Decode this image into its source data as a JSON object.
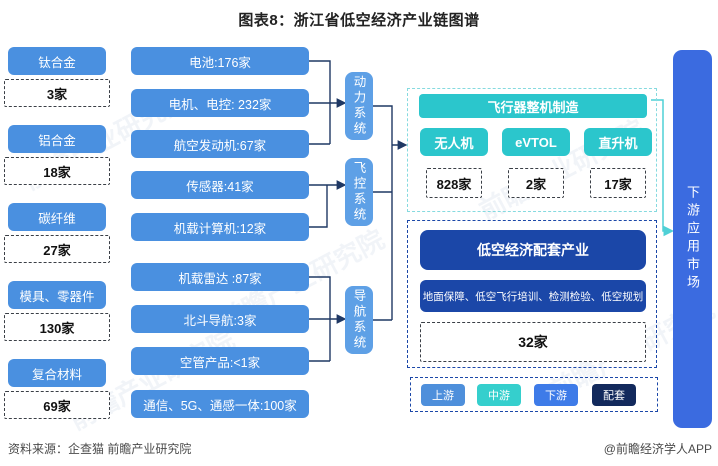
{
  "title": "图表8：浙江省低空经济产业链图谱",
  "colors": {
    "upstream_blue": "#4A90E0",
    "system_blue": "#5EA0E6",
    "midstream_teal": "#2BC6CC",
    "supporting_navy": "#1B47A8",
    "legend_support_navy": "#12295C",
    "downstream_bar_blue": "#3B6BE0",
    "connector_navy": "#1F3864",
    "connector_teal": "#4FD0D6"
  },
  "upstream": {
    "materials": [
      {
        "label": "钛合金",
        "count": "3家"
      },
      {
        "label": "铝合金",
        "count": "18家"
      },
      {
        "label": "碳纤维",
        "count": "27家"
      },
      {
        "label": "模具、零器件",
        "count": "130家"
      },
      {
        "label": "复合材料",
        "count": "69家"
      }
    ],
    "components": [
      "电池:176家",
      "电机、电控: 232家",
      "航空发动机:67家",
      "传感器:41家",
      "机载计算机:12家",
      "机载雷达 :87家",
      "北斗导航:3家",
      "空管产品:<1家",
      "通信、5G、通感一体:100家"
    ],
    "systems": [
      "动力系统",
      "飞控系统",
      "导航系统"
    ]
  },
  "midstream": {
    "header": "飞行器整机制造",
    "aircraft": [
      {
        "label": "无人机",
        "count": "828家"
      },
      {
        "label": "eVTOL",
        "count": "2家"
      },
      {
        "label": "直升机",
        "count": "17家"
      }
    ]
  },
  "supporting": {
    "title": "低空经济配套产业",
    "detail": "地面保障、低空飞行培训、检测检验、低空规划",
    "count": "32家"
  },
  "legend": [
    {
      "label": "上游",
      "color": "#4E8FDB"
    },
    {
      "label": "中游",
      "color": "#35CFCD"
    },
    {
      "label": "下游",
      "color": "#3E7BE8"
    },
    {
      "label": "配套",
      "color": "#12295C"
    }
  ],
  "downstream_bar": "下游应用市场",
  "footer": {
    "source": "资料来源：企查猫 前瞻产业研究院",
    "credit": "@前瞻经济学人APP"
  },
  "watermark": "前瞻产业研究院"
}
